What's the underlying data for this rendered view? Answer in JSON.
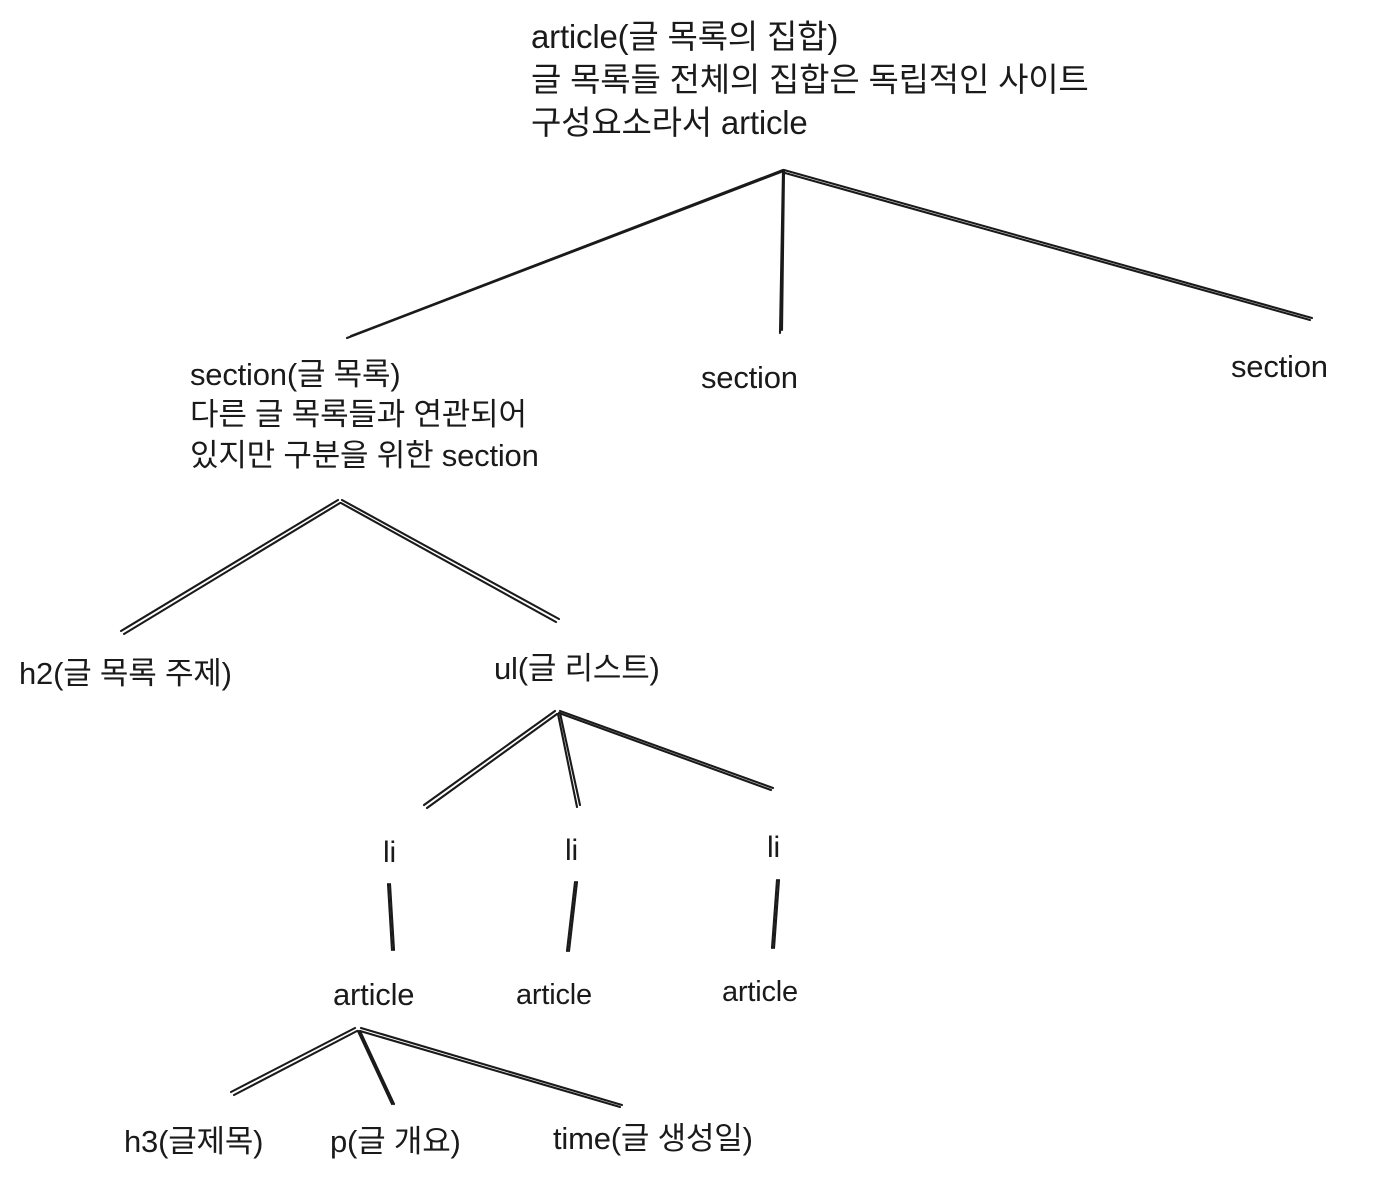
{
  "diagram": {
    "title": "HTML article/section semantic structure tree",
    "background_color": "#ffffff",
    "stroke_color": "#1a1a1a",
    "nodes": {
      "root": "article(글 목록의 집합)\n글 목록들 전체의 집합은 독립적인 사이트\n구성요소라서 article",
      "section1": "section(글 목록)\n다른 글 목록들과 연관되어\n있지만 구분을 위한 section",
      "section2": "section",
      "section3": "section",
      "h2": "h2(글 목록 주제)",
      "ul": "ul(글 리스트)",
      "li1": "li",
      "li2": "li",
      "li3": "li",
      "article1": "article",
      "article2": "article",
      "article3": "article",
      "h3": "h3(글제목)",
      "p": "p(글 개요)",
      "time": "time(글 생성일)"
    },
    "edges": [
      {
        "from": "root",
        "to": "section1"
      },
      {
        "from": "root",
        "to": "section2"
      },
      {
        "from": "root",
        "to": "section3"
      },
      {
        "from": "section1",
        "to": "h2"
      },
      {
        "from": "section1",
        "to": "ul"
      },
      {
        "from": "ul",
        "to": "li1"
      },
      {
        "from": "ul",
        "to": "li2"
      },
      {
        "from": "ul",
        "to": "li3"
      },
      {
        "from": "li1",
        "to": "article1"
      },
      {
        "from": "li2",
        "to": "article2"
      },
      {
        "from": "li3",
        "to": "article3"
      },
      {
        "from": "article1",
        "to": "h3"
      },
      {
        "from": "article1",
        "to": "p"
      },
      {
        "from": "article1",
        "to": "time"
      }
    ]
  }
}
